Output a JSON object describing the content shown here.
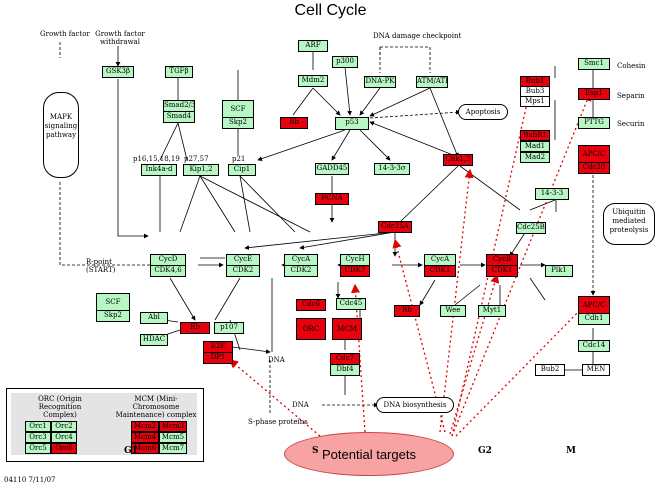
{
  "title": "Cell Cycle",
  "footer_id": "04110 7/11/07",
  "phases": [
    "G1",
    "S",
    "G2",
    "M"
  ],
  "potential_targets": "Potential targets",
  "labels": {
    "growth_factor": "Growth factor",
    "growth_factor_withdrawal": "Growth factor withdrawal",
    "dna_damage": "DNA damage checkpoint",
    "mapk": "MAPK signaling pathway",
    "apoptosis": "Apoptosis",
    "ubiquitin": "Ubiquitin mediated proteolysis",
    "cohesin": "Cohesin",
    "separin": "Separin",
    "securin": "Securin",
    "r_point": "R-point (START)",
    "p16": "p16,15,18,19",
    "p27": "p27,57",
    "p21": "p21",
    "dna1": "DNA",
    "dna2": "DNA",
    "dna_bio": "DNA biosynthesis",
    "s_phase_proteins": "S-phase proteins",
    "orc_legend": "ORC (Origin Recognition Complex)",
    "mcm_legend": "MCM (Mini-Chromosome Maintenance) complex"
  },
  "nodes": {
    "gsk3b": "GSK3β",
    "tgfb": "TGFβ",
    "smad23": "Smad2/3",
    "smad4": "Smad4",
    "scf1": "SCF",
    "skp2a": "Skp2",
    "ink4": "Ink4a-d",
    "kip12": "Kip1,2",
    "cip1": "Cip1",
    "arf": "ARF",
    "mdm2": "Mdm2",
    "p300": "p300",
    "dnapk": "DNA-PK",
    "atmatr": "ATM/ATR",
    "rb1": "Rb",
    "p53": "p53",
    "gadd45": "GADD45",
    "pcna": "PCNA",
    "s1433s": "14-3-3σ",
    "chk": "Chk1,2",
    "cdc25a": "Cdc25A",
    "bub1": "Bub1",
    "bub3": "Bub3",
    "mps1": "Mps1",
    "smc1": "Smc1",
    "esp1": "Esp1",
    "pttg": "PTTG",
    "bubr1": "BubR1",
    "mad1": "Mad1",
    "mad2": "Mad2",
    "apccdc20": "APC/C",
    "cdc20": "Cdc20",
    "s1433": "14-3-3",
    "cdc25bc": "Cdc25B,C",
    "cycd": "CycD",
    "cdk46": "CDK4,6",
    "cyce": "CycE",
    "cdk2a": "CDK2",
    "cyca1": "CycA",
    "cdk2b": "CDK2",
    "cych": "CycH",
    "cdk7": "CDK7",
    "cyca2": "CycA",
    "cdk1a": "CDK1",
    "cycb": "CycB",
    "cdk1b": "CDK1",
    "plk1": "Plk1",
    "rb2": "Rb",
    "wee": "Wee",
    "myt1": "Myt1",
    "cdc6": "Cdc6",
    "orc": "ORC",
    "mcm": "MCM",
    "cdc45": "Cdc45",
    "cdc7": "Cdc7",
    "dbf4": "Dbf4",
    "scf2": "SCF",
    "skp2b": "Skp2",
    "abl": "Abl",
    "hdac": "HDAC",
    "rb3": "Rb",
    "p107": "p107",
    "e2f": "E2F",
    "dp1": "DP1",
    "apccdh1": "APC/C",
    "cdh1": "Cdh1",
    "cdc14": "Cdc14",
    "bub2": "Bub2",
    "men": "MEN",
    "orc1": "Orc1",
    "orc2": "Orc2",
    "orc3": "Orc3",
    "orc4": "Orc4",
    "orc5": "Orc5",
    "orc6": "Orc6",
    "mcm2": "Mcm2",
    "mcm3": "Mcm3",
    "mcm4": "Mcm4",
    "mcm5": "Mcm5",
    "mcm6": "Mcm6",
    "mcm7": "Mcm7"
  },
  "colors": {
    "green": "#b7f7c4",
    "red": "#e8000c",
    "target_line": "#e00000",
    "target_oval": "#f7a3a3"
  }
}
